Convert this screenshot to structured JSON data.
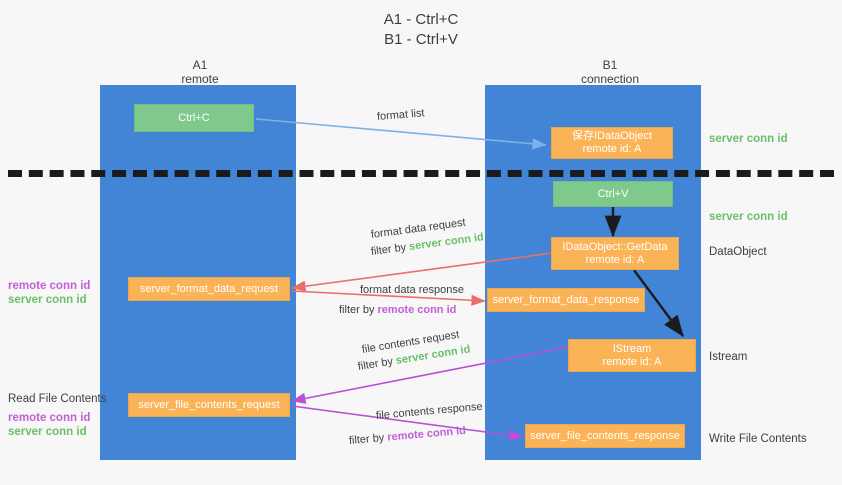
{
  "title": {
    "line1": "A1 - Ctrl+C",
    "line2": "B1 - Ctrl+V"
  },
  "columns": [
    {
      "name": "A1",
      "sub": "remote"
    },
    {
      "name": "B1",
      "sub": "connection"
    }
  ],
  "colors": {
    "lane": "#4285d6",
    "green_box": "#7ec98b",
    "orange_box": "#fbb357",
    "green_text": "#6abf69",
    "purple_text": "#c25fd6",
    "red_arrow": "#e8706a",
    "purple_arrow": "#b94fd4",
    "blue_arrow": "#7bb3e8",
    "black_arrow": "#1b1b1b",
    "divider": "#1b1b1b"
  },
  "boxes": {
    "ctrl_c": {
      "label": "Ctrl+C"
    },
    "idataobject_top": {
      "line1": "保存IDataObject",
      "line2": "remote id: A"
    },
    "ctrl_v": {
      "label": "Ctrl+V"
    },
    "getdata": {
      "line1": "IDataObject::GetData",
      "line2": "remote id: A"
    },
    "istream": {
      "line1": "IStream",
      "line2": "remote id: A"
    },
    "server_format_data_request": {
      "label": "server_format_data_request"
    },
    "server_format_data_response": {
      "label": "server_format_data_response"
    },
    "server_file_contents_request": {
      "label": "server_file_contents_request"
    },
    "server_file_contents_response": {
      "label": "server_file_contents_response"
    }
  },
  "edge_labels": {
    "format_list": "format list",
    "format_data_request": "format data request",
    "format_data_request_filter_prefix": "filter by ",
    "format_data_request_filter_value": "server conn id",
    "format_data_response": "format data response",
    "format_data_response_filter_prefix": "filter by ",
    "format_data_response_filter_value": "remote conn id",
    "file_contents_request": "file contents request",
    "file_contents_request_filter_prefix": "filter by ",
    "file_contents_request_filter_value": "server conn id",
    "file_contents_response": "file contents response",
    "file_contents_response_filter_prefix": "filter by ",
    "file_contents_response_filter_value": "remote conn id"
  },
  "right_labels": {
    "server_conn_id_1": "server conn id",
    "server_conn_id_2": "server conn id",
    "dataobject": "DataObject",
    "istream": "Istream",
    "write_file_contents": "Write File Contents"
  },
  "left_labels": {
    "remote_conn_id_1": "remote conn id",
    "server_conn_id_1": "server conn id",
    "read_file_contents": "Read File Contents",
    "remote_conn_id_2": "remote conn id",
    "server_conn_id_2": "server conn id"
  }
}
